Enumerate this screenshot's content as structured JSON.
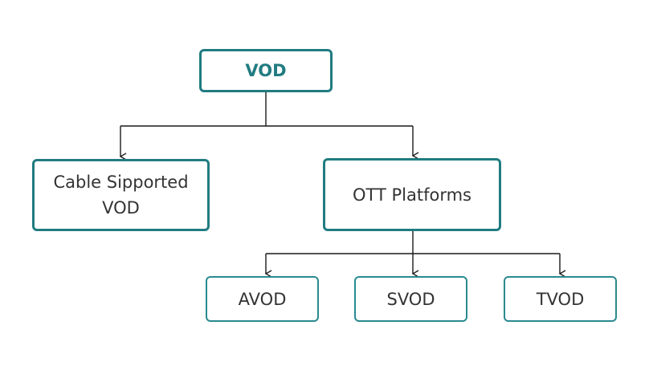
{
  "diagram": {
    "root": {
      "label": "VOD"
    },
    "cable": {
      "label": "Cable Sipported\nVOD"
    },
    "ott": {
      "label": "OTT Platforms"
    },
    "avod": {
      "label": "AVOD"
    },
    "svod": {
      "label": "SVOD"
    },
    "tvod": {
      "label": "TVOD"
    }
  },
  "colors": {
    "accent": "#217c81",
    "border_light": "#2a8a8f",
    "connector": "#1a1a1a",
    "text": "#333333"
  }
}
